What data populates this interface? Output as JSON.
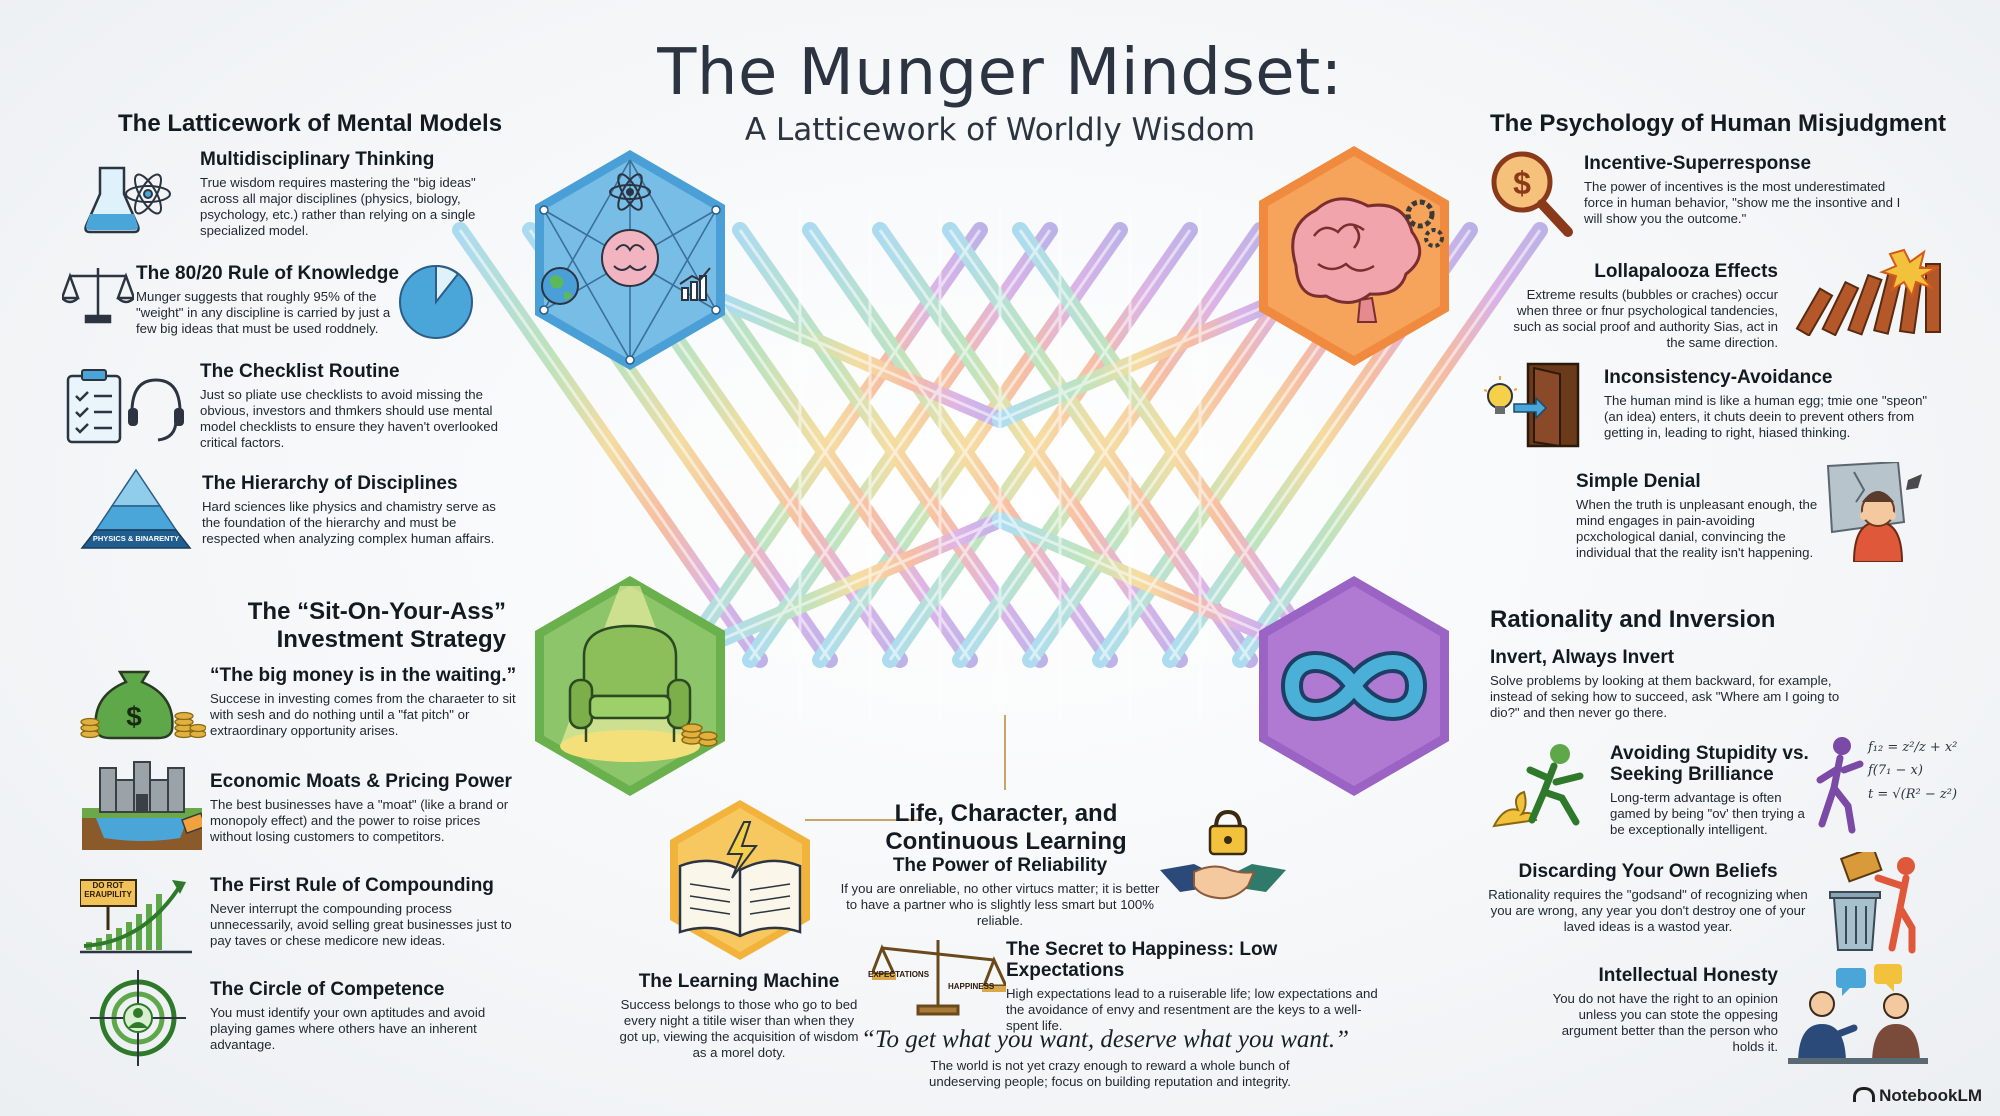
{
  "header": {
    "title": "The Munger Mindset:",
    "subtitle": "A Latticework of Worldly Wisdom"
  },
  "left_top": {
    "title": "The Latticework of Mental Models",
    "items": [
      {
        "title": "Multidisciplinary Thinking",
        "text": "True wisdom requires mastering the \"big ideas\" across all major disciplines (physics, biology, psychology, etc.) rather than relying on a single specialized model."
      },
      {
        "title": "The 80/20 Rule of Knowledge",
        "text": "Munger suggests that roughly 95% of the \"weight\" in any discipline is carried by just a few big ideas that must be used roddnely."
      },
      {
        "title": "The Checklist Routine",
        "text": "Just so pliate use checklists to avoid missing the obvious, investors and thmkers should use mental model checklists to ensure they haven't overlooked critical factors."
      },
      {
        "title": "The Hierarchy of Disciplines",
        "text": "Hard sciences like physics and chamistry serve as the foundation of the hierarchy and must be respected when analyzing complex human affairs."
      }
    ],
    "pyramid_label": "PHYSICS & BINARENTY"
  },
  "left_bottom": {
    "title": "The “Sit-On-Your-Ass” Investment Strategy",
    "items": [
      {
        "title": "“The big money is in the waiting.”",
        "text": "Succese in investing comes from the charaeter to sit with sesh and do nothing until a \"fat pitch\" or extraordinary opportunity arises."
      },
      {
        "title": "Economic Moats & Pricing Power",
        "text": "The best businesses have a \"moat\" (like a brand or monopoly effect) and the power to roise prices without losing customers to competitors."
      },
      {
        "title": "The First Rule of Compounding",
        "text": "Never interrupt the compounding process unnecessarily, avoid selling great businesses just to pay taves or chese medicore new ideas."
      },
      {
        "title": "The Circle of Competence",
        "text": "You must identify your own aptitudes and avoid playing games where others have an inherent advantage."
      }
    ],
    "sign_label": "DO ROT ERAUPILITY"
  },
  "right_top": {
    "title": "The Psychology of Human Misjudgment",
    "items": [
      {
        "title": "Incentive-Superresponse",
        "text": "The power of incentives is the most underestimated force in human behavior, \"show me the insontive and I will show you the outcome.\""
      },
      {
        "title": "Lollapalooza Effects",
        "text": "Extreme results (bubbles or craches) occur when three or fnur psychological tandencies, such as social proof and authority Sias, act in the same direction."
      },
      {
        "title": "Inconsistency-Avoidance",
        "text": "The human mind is like a human egg; tmie one \"speon\" (an idea) enters, it chuts deein to prevent others from getting in, leading to right, hiased thinking."
      },
      {
        "title": "Simple Denial",
        "text": "When the truth is unpleasant enough, the mind engages in pain-avoiding pcxchological danial, convincing the individual that the reality isn't happening."
      }
    ]
  },
  "right_bottom": {
    "title": "Rationality and Inversion",
    "items": [
      {
        "title": "Invert, Always Invert",
        "text": "Solve problems by looking at them backward, for example, instead of seking how to succeed, ask \"Where am I going to dio?\" and then never go there."
      },
      {
        "title": "Avoiding Stupidity vs. Seeking Brilliance",
        "text": "Long-term advantage is often gamed by being \"ov' then trying a be exceptionally intelligent."
      },
      {
        "title": "Discarding Your Own Beliefs",
        "text": "Rationality requires the \"godsand\" of recognizing when you are wrong, any year you don't destroy one of your laved ideas is a wastod year."
      },
      {
        "title": "Intellectual Honesty",
        "text": "You do not have the right to an opinion unless you can stote the oppesing argument better than the person who holds it."
      }
    ]
  },
  "center_bottom": {
    "title": "Life, Character, and Continuous Learning",
    "reliability": {
      "title": "The Power of Reliability",
      "text": "If you are onreliable, no other virtucs matter; it is better to have a partner who is slightly less smart but 100% reliable."
    },
    "happiness": {
      "title": "The Secret to Happiness: Low Expectations",
      "text": "High expectations lead to a ruiserable life; low expectations and the avoidance of envy and resentment are the keys to a well-spent life."
    },
    "learning": {
      "title": "The Learning Machine",
      "text": "Success belongs to those who go to bed every night a titile wiser than when they got up, viewing the acquisition of wisdom as a morel doty."
    },
    "quote": "“To get what you want, deserve what you want.”",
    "quote_text": "The world is not yet crazy enough to reward a whole bunch of undeserving people; focus on building reputation and integrity.",
    "scale_left": "EXPECTATIONS",
    "scale_right": "HAPPINESS"
  },
  "formulas": [
    "f₁₂ = z²/z + x²",
    "f(7₁ − x)",
    "t = √(R² − z²)"
  ],
  "brand": "NotebookLM"
}
